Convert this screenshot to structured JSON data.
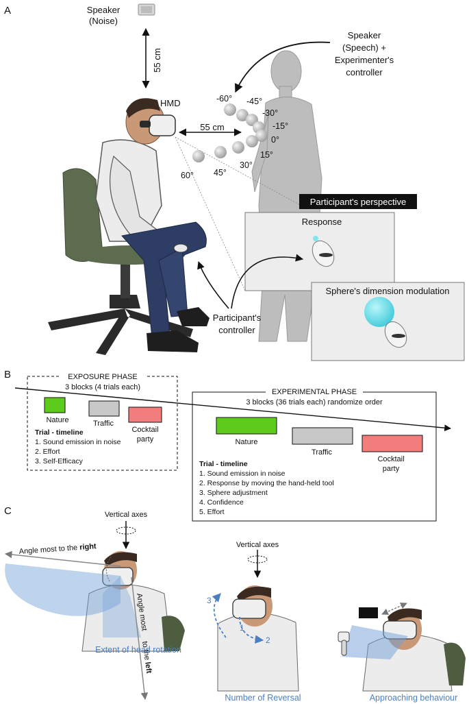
{
  "panel_a": {
    "letter": "A",
    "speaker_noise": [
      "Speaker",
      "(Noise)"
    ],
    "vertical_distance": "55 cm",
    "speaker_speech": [
      "Speaker",
      "(Speech) +",
      "Experimenter's",
      "controller"
    ],
    "hmd": "HMD",
    "horizontal_distance": "55 cm",
    "angles": [
      "-60°",
      "-45°",
      "-30°",
      "-15°",
      "0°",
      "15°",
      "30°",
      "45°",
      "60°"
    ],
    "perspective_title": "Participant's perspective",
    "response_label": "Response",
    "sphere_label": "Sphere's dimension modulation",
    "participant_controller": [
      "Participant's",
      "controller"
    ]
  },
  "panel_b": {
    "letter": "B",
    "exposure": {
      "title": "EXPOSURE PHASE",
      "subtitle": "3 blocks (4 trials each)",
      "conditions": [
        "Nature",
        "Traffic",
        "Cocktail",
        "party"
      ],
      "timeline_title": "Trial - timeline",
      "steps": [
        "1.  Sound emission in noise",
        "2.  Effort",
        "3.  Self-Efficacy"
      ]
    },
    "experimental": {
      "title": "EXPERIMENTAL PHASE",
      "subtitle": "3 blocks (36 trials each) randomize order",
      "conditions": [
        "Nature",
        "Traffic",
        "Cocktail",
        "party"
      ],
      "timeline_title": "Trial - timeline",
      "steps": [
        "1.  Sound emission in noise",
        "2.  Response by moving the hand-held tool",
        "3.  Sphere adjustment",
        "4.  Confidence",
        "5.  Effort"
      ]
    },
    "colors": {
      "nature": "#5dcb1b",
      "traffic": "#c8c8c8",
      "cocktail": "#f27d7d"
    }
  },
  "panel_c": {
    "letter": "C",
    "vertical_axes_1": "Vertical axes",
    "vertical_axes_2": "Vertical axes",
    "angle_right_prefix": "Angle most to the ",
    "angle_right_bold": "right",
    "angle_left_prefix": "Angle most ",
    "angle_left_mid": "to the ",
    "angle_left_bold": "left",
    "caption_1": "Extent of head rotation",
    "caption_2": "Number of Reversal",
    "caption_3": "Approaching behaviour",
    "reversal_numbers": [
      "3",
      "1",
      "2"
    ]
  }
}
